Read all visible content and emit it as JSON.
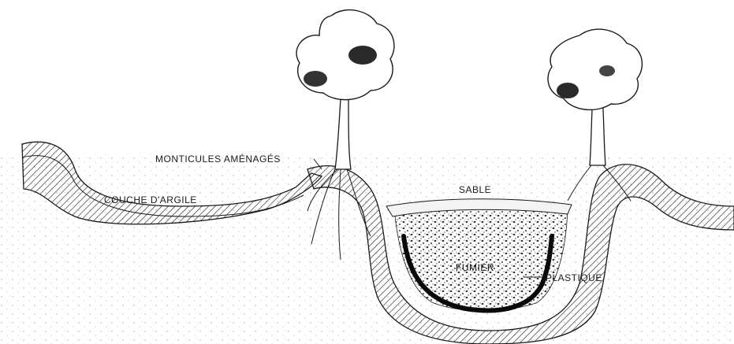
{
  "labels": {
    "mounds": "MONTICULES AMÉNAGÉS",
    "clay_layer": "COUCHE D'ARGILE",
    "sand": "SABLE",
    "manure": "FUMIER",
    "plastic": "PLASTIQUE"
  },
  "colors": {
    "ink": "#1a1a1a",
    "paper": "#ffffff",
    "plastic_liner": "#0a0a0a"
  }
}
